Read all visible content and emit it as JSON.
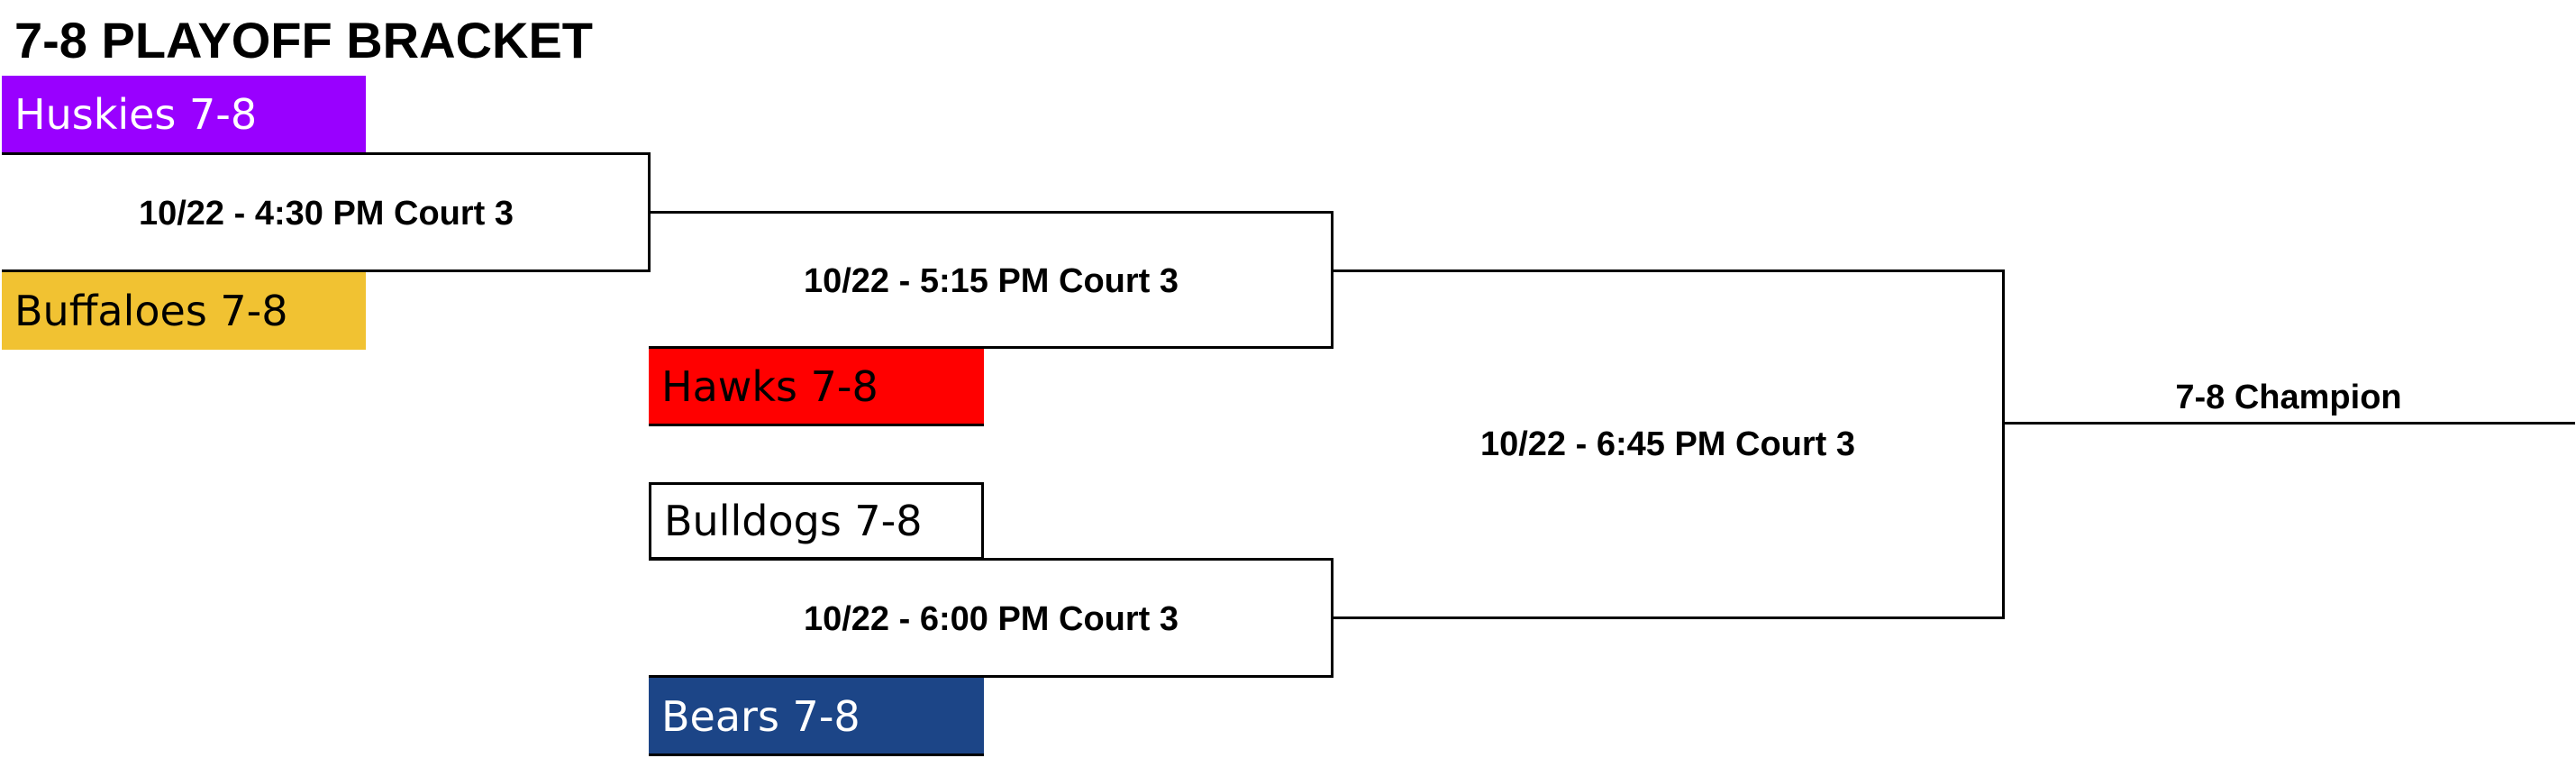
{
  "title": "7-8 PLAYOFF BRACKET",
  "teams": {
    "huskies": {
      "label": "Huskies 7-8",
      "color": "#9900ff",
      "text_color": "#ffffff"
    },
    "buffaloes": {
      "label": "Buffaloes 7-8",
      "color": "#f1c232",
      "text_color": "#000000"
    },
    "hawks": {
      "label": "Hawks 7-8",
      "color": "#ff0000",
      "text_color": "#000000"
    },
    "bulldogs": {
      "label": "Bulldogs 7-8",
      "color": "#ffffff",
      "text_color": "#000000"
    },
    "bears": {
      "label": "Bears 7-8",
      "color": "#1c4587",
      "text_color": "#ffffff"
    }
  },
  "games": {
    "game1": "10/22 - 4:30 PM Court 3",
    "game2": "10/22 - 5:15 PM Court 3",
    "game3": "10/22 - 6:00 PM Court 3",
    "final": "10/22 - 6:45 PM Court 3"
  },
  "champion": "7-8 Champion"
}
